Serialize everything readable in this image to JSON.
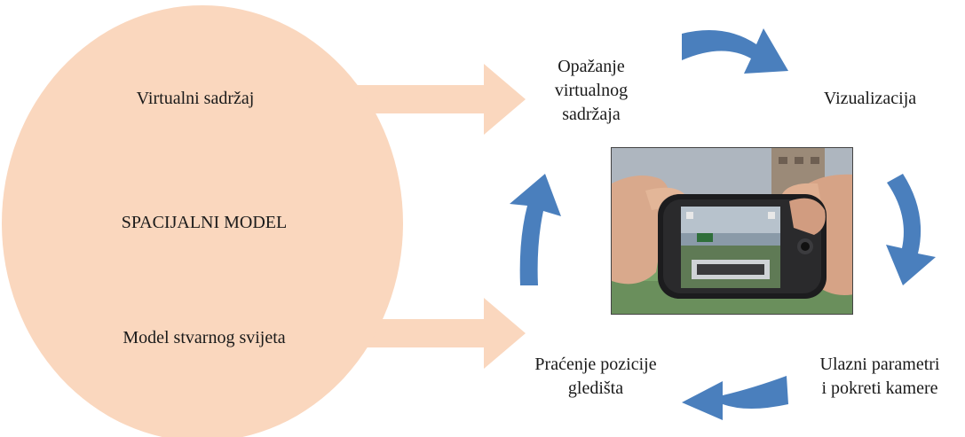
{
  "colors": {
    "model_fill": "#fad7be",
    "cycle_arrow": "#4a7fbd",
    "text": "#1a1a1a"
  },
  "model": {
    "title": "SPACIJALNI MODEL",
    "virtual_content": "Virtualni sadržaj",
    "real_world_model": "Model stvarnog svijeta"
  },
  "cycle": {
    "perception": [
      "Opažanje",
      "virtualnog",
      "sadržaja"
    ],
    "visualization": "Vizualizacija",
    "input": [
      "Ulazni parametri",
      "i pokreti kamere"
    ],
    "tracking": [
      "Praćenje pozicije",
      "gledišta"
    ]
  },
  "photo": {
    "icon": "hands-holding-smartphone-ar-photo"
  }
}
